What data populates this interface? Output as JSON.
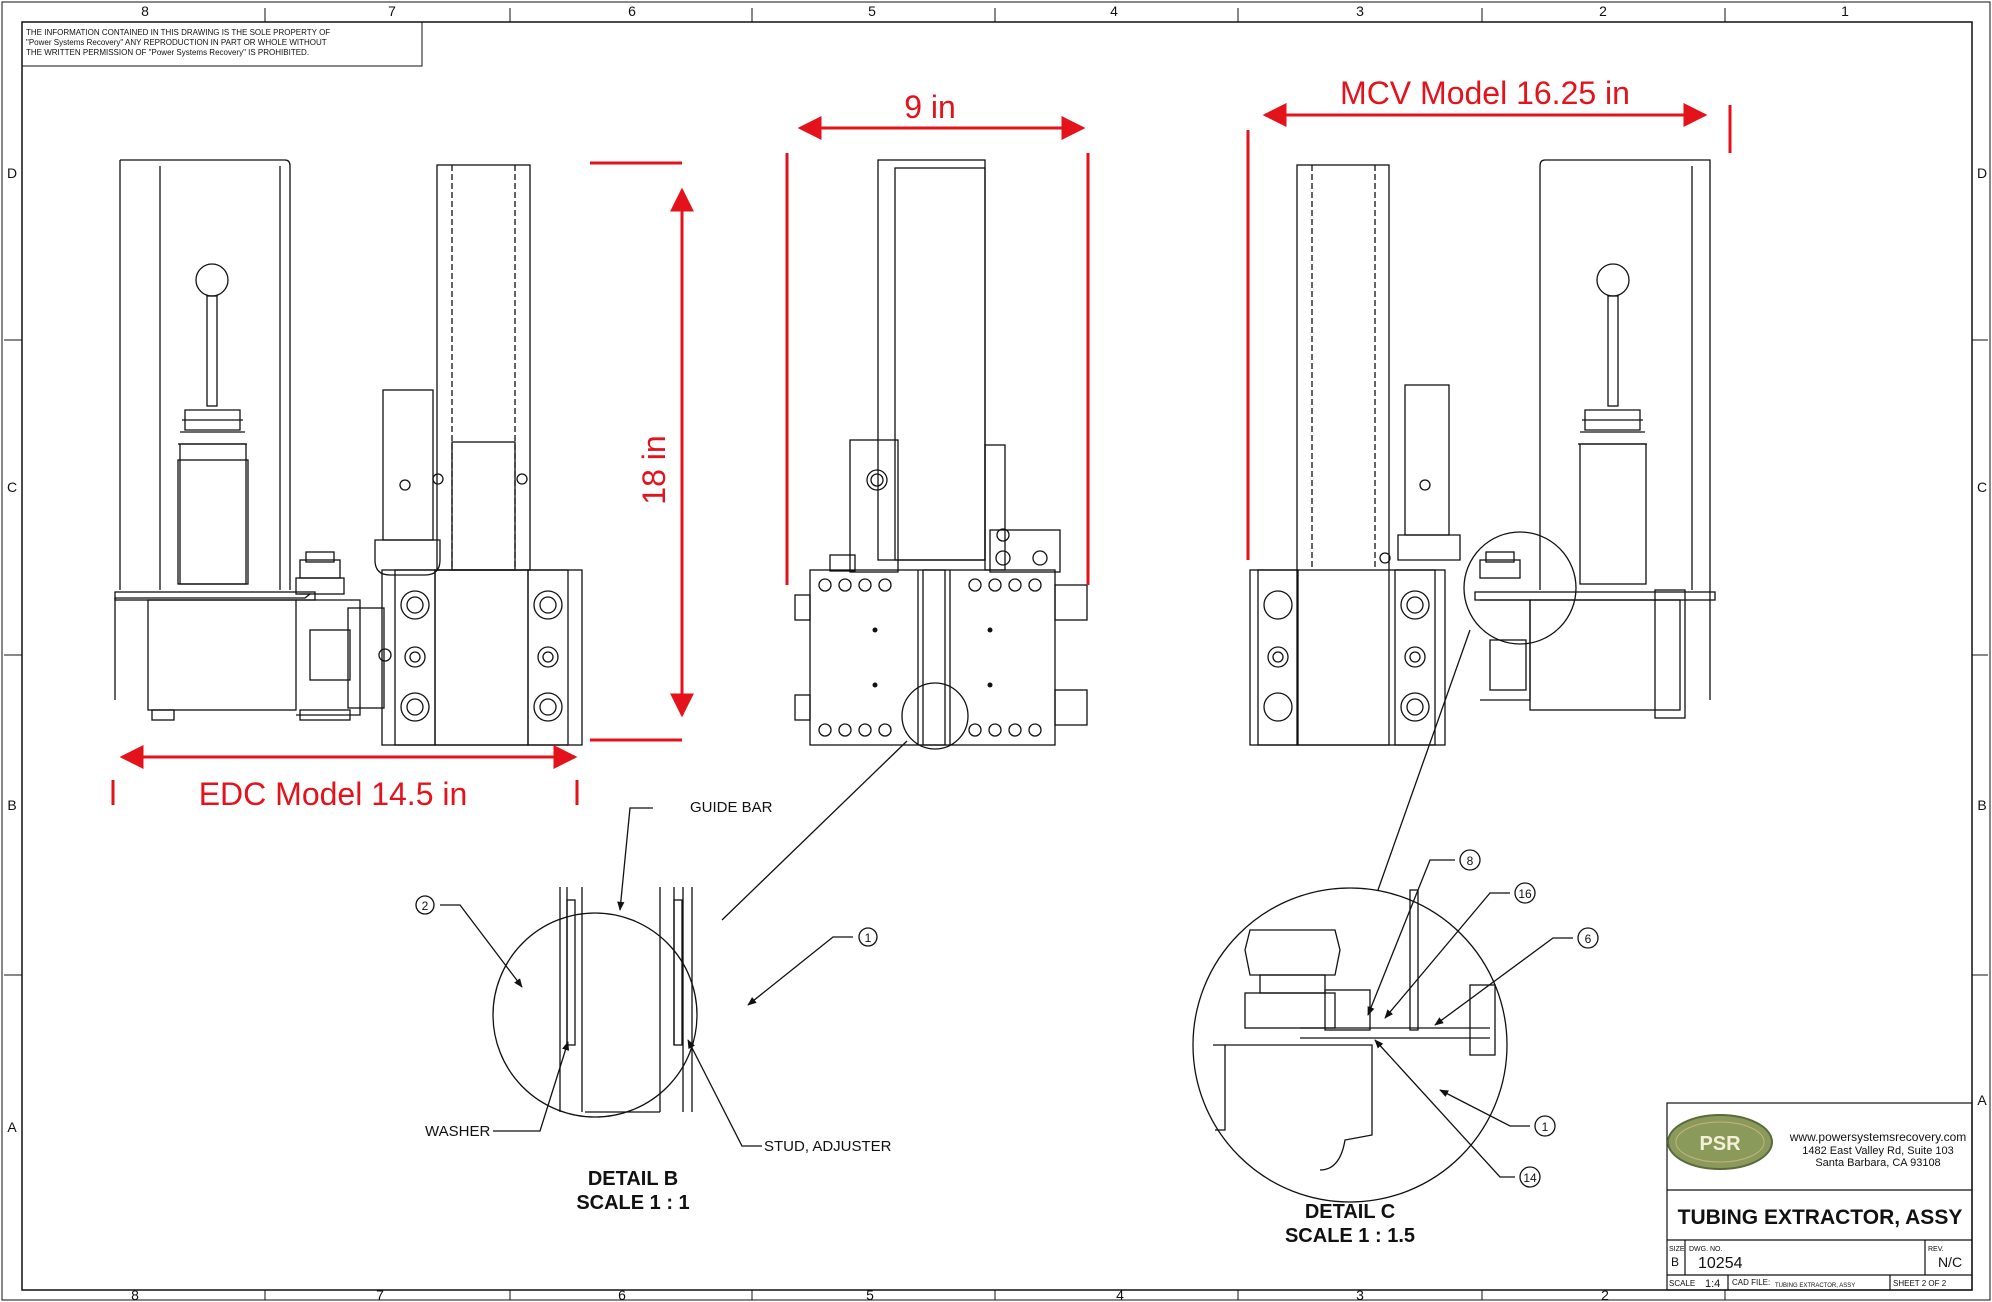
{
  "drawing": {
    "proprietary_notice": [
      "THE INFORMATION CONTAINED IN THIS DRAWING IS THE SOLE PROPERTY OF",
      "\"Power Systems Recovery\" ANY REPRODUCTION IN PART OR WHOLE WITHOUT",
      "THE WRITTEN PERMISSION OF \"Power Systems Recovery\" IS PROHIBITED."
    ],
    "zones_top": [
      "8",
      "7",
      "6",
      "5",
      "4",
      "3",
      "2",
      "1"
    ],
    "zones_bottom": [
      "8",
      "7",
      "6",
      "5",
      "4",
      "3",
      "2"
    ],
    "zones_side": [
      "D",
      "C",
      "B",
      "A"
    ],
    "dimensions": {
      "width_center": "9 in",
      "height": "18 in",
      "edc": "EDC Model 14.5 in",
      "mcv": "MCV Model 16.25 in"
    },
    "detail_b": {
      "title": "DETAIL B",
      "scale": "SCALE 1 : 1",
      "callouts": {
        "guide_bar": "GUIDE BAR",
        "washer": "WASHER",
        "stud": "STUD, ADJUSTER",
        "balloon_2": "2",
        "balloon_1": "1"
      }
    },
    "detail_c": {
      "title": "DETAIL C",
      "scale": "SCALE 1 : 1.5",
      "balloons": [
        "8",
        "16",
        "6",
        "1",
        "14"
      ]
    },
    "title_block": {
      "logo": "PSR",
      "website": "www.powersystemsrecovery.com",
      "address1": "1482 East Valley Rd, Suite 103",
      "address2": "Santa Barbara, CA 93108",
      "title": "TUBING EXTRACTOR, ASSY",
      "size_label": "SIZE",
      "size": "B",
      "dwg_label": "DWG. NO.",
      "dwg_no": "10254",
      "rev_label": "REV.",
      "rev": "N/C",
      "scale_label": "SCALE",
      "scale": "1:4",
      "cad_label": "CAD FILE:",
      "cad_file": "TUBING EXTRACTOR, ASSY",
      "sheet": "SHEET 2 OF 2"
    },
    "colors": {
      "dimension": "#e3121b",
      "line": "#111111",
      "logo_bg": "#8a9a5b"
    }
  }
}
